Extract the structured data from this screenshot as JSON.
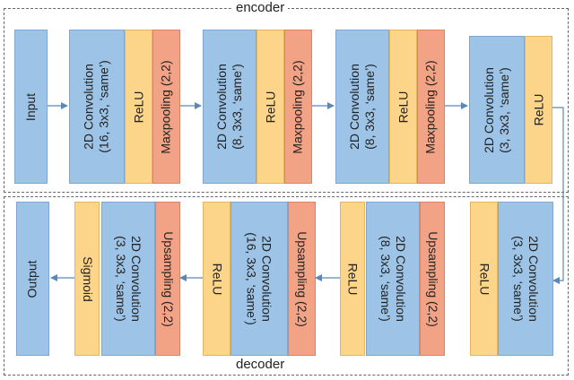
{
  "encoder": {
    "title": "encoder",
    "blocks": [
      {
        "label": "Input",
        "color": "blue"
      },
      {
        "label": "2D Convolution\n(16, 3x3, ‘same’)",
        "color": "blue"
      },
      {
        "label": "ReLU",
        "color": "yellow"
      },
      {
        "label": "Maxpooling (2,2)",
        "color": "red"
      },
      {
        "label": "2D Convolution\n(8, 3x3, ‘same’)",
        "color": "blue"
      },
      {
        "label": "ReLU",
        "color": "yellow"
      },
      {
        "label": "Maxpooling (2,2)",
        "color": "red"
      },
      {
        "label": "2D Convolution\n(8, 3x3, ‘same’)",
        "color": "blue"
      },
      {
        "label": "ReLU",
        "color": "yellow"
      },
      {
        "label": "Maxpooling (2,2)",
        "color": "red"
      },
      {
        "label": "2D Convolution\n(3, 3x3, ‘same’)",
        "color": "blue"
      },
      {
        "label": "ReLU",
        "color": "yellow"
      }
    ]
  },
  "decoder": {
    "title": "decoder",
    "blocks": [
      {
        "label": "Output",
        "color": "blue"
      },
      {
        "label": "Sigmoid",
        "color": "yellow"
      },
      {
        "label": "2D Convolution\n(3, 3x3, ‘same’)",
        "color": "blue"
      },
      {
        "label": "Upsampling (2,2)",
        "color": "red"
      },
      {
        "label": "ReLU",
        "color": "yellow"
      },
      {
        "label": "2D Convolution\n(16, 3x3, ‘same’)",
        "color": "blue"
      },
      {
        "label": "Upsampling (2,2)",
        "color": "red"
      },
      {
        "label": "ReLU",
        "color": "yellow"
      },
      {
        "label": "2D Convolution\n(8, 3x3, ‘same’)",
        "color": "blue"
      },
      {
        "label": "Upsampling (2,2)",
        "color": "red"
      },
      {
        "label": "ReLU",
        "color": "yellow"
      },
      {
        "label": "2D Convolution\n(3, 3x3, ‘same’)",
        "color": "blue"
      }
    ]
  }
}
